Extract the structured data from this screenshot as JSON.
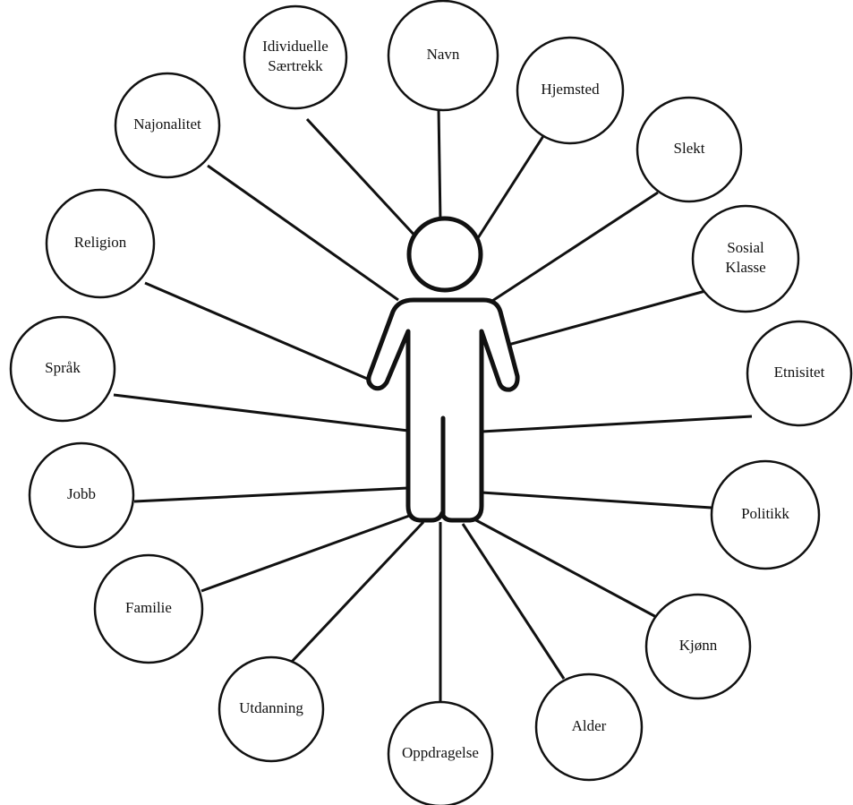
{
  "diagram": {
    "center": {
      "icon": "person-icon"
    },
    "nodes": [
      {
        "id": "individuelle",
        "lines": [
          "Idividuelle",
          "Særtrekk"
        ]
      },
      {
        "id": "navn",
        "lines": [
          "Navn"
        ]
      },
      {
        "id": "hjemsted",
        "lines": [
          "Hjemsted"
        ]
      },
      {
        "id": "slekt",
        "lines": [
          "Slekt"
        ]
      },
      {
        "id": "sosial-klasse",
        "lines": [
          "Sosial",
          "Klasse"
        ]
      },
      {
        "id": "etnisitet",
        "lines": [
          "Etnisitet"
        ]
      },
      {
        "id": "politikk",
        "lines": [
          "Politikk"
        ]
      },
      {
        "id": "kjonn",
        "lines": [
          "Kjønn"
        ]
      },
      {
        "id": "alder",
        "lines": [
          "Alder"
        ]
      },
      {
        "id": "oppdragelse",
        "lines": [
          "Oppdragelse"
        ]
      },
      {
        "id": "utdanning",
        "lines": [
          "Utdanning"
        ]
      },
      {
        "id": "familie",
        "lines": [
          "Familie"
        ]
      },
      {
        "id": "jobb",
        "lines": [
          "Jobb"
        ]
      },
      {
        "id": "sprak",
        "lines": [
          "Språk"
        ]
      },
      {
        "id": "religion",
        "lines": [
          "Religion"
        ]
      },
      {
        "id": "najonalitet",
        "lines": [
          "Najonalitet"
        ]
      }
    ]
  }
}
